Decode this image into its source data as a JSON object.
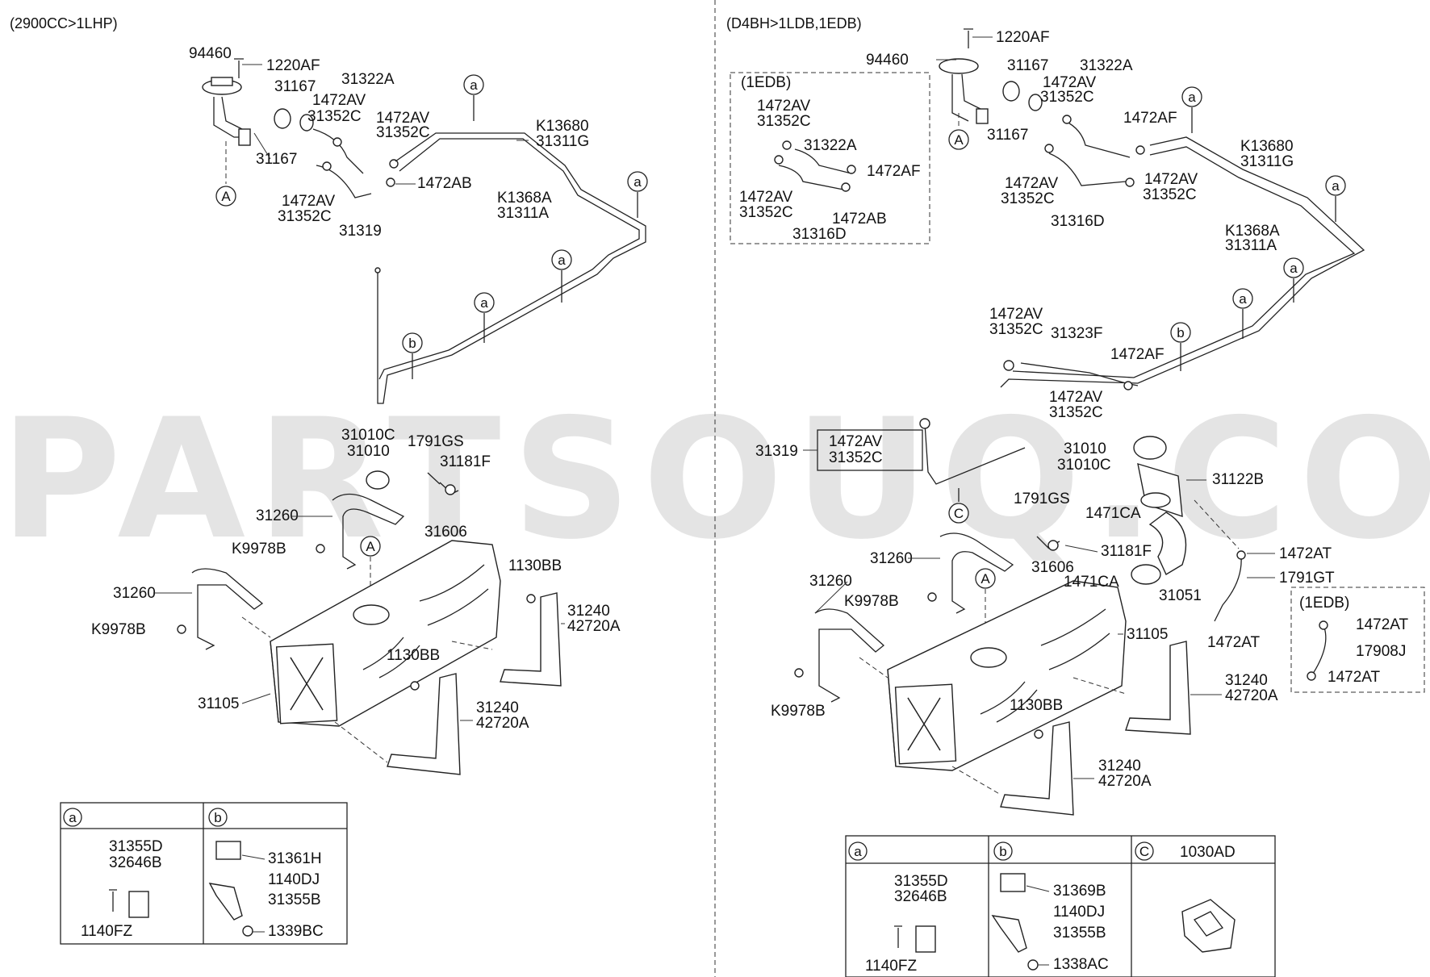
{
  "watermark": "PARTSOUQ.COM",
  "left": {
    "header": "(2900CC>1LHP)",
    "labels": {
      "l94460": "94460",
      "l1220AF": "1220AF",
      "l31167a": "31167",
      "l31167b": "31167",
      "l31322A": "31322A",
      "l1472AV1": "1472AV",
      "l31352C1": "31352C",
      "l1472AV2": "1472AV",
      "l31352C2": "31352C",
      "lK13680": "K13680",
      "l31311G": "31311G",
      "l1472AB": "1472AB",
      "lK1368A": "K1368A",
      "l31311A": "31311A",
      "l1472AV3": "1472AV",
      "l31352C3": "31352C",
      "l31319": "31319",
      "l31010C": "31010C",
      "l31010": "31010",
      "l1791GS": "1791GS",
      "l31181F": "31181F",
      "l31260a": "31260",
      "l31606": "31606",
      "lK9978Ba": "K9978B",
      "l1130BBa": "1130BB",
      "l31260b": "31260",
      "l31240a": "31240",
      "l42720Aa": "42720A",
      "lK9978Bb": "K9978B",
      "l1130BBb": "1130BB",
      "l31105": "31105",
      "l31240b": "31240",
      "l42720Ab": "42720A"
    },
    "markers": {
      "a": "a",
      "b": "b",
      "A": "A"
    },
    "table": {
      "col_a": "a",
      "col_b": "b",
      "a_l1": "31355D",
      "a_l2": "32646B",
      "a_l3": "1140FZ",
      "b_l1": "31361H",
      "b_l2": "1140DJ",
      "b_l3": "31355B",
      "b_l4": "1339BC"
    }
  },
  "right": {
    "header": "(D4BH>1LDB,1EDB)",
    "inset_title": "(1EDB)",
    "inset2_title": "(1EDB)",
    "labels": {
      "r1220AF": "1220AF",
      "r94460": "94460",
      "r31167a": "31167",
      "r31322A": "31322A",
      "r1472AV1": "1472AV",
      "r31352C1": "31352C",
      "r31167b": "31167",
      "r1472AF1": "1472AF",
      "rK13680": "K13680",
      "r31311G": "31311G",
      "r1472AV2": "1472AV",
      "r31352C2": "31352C",
      "r1472AV3": "1472AV",
      "r31352C3": "31352C",
      "r31316D": "31316D",
      "rK1368A": "K1368A",
      "r31311A": "31311A",
      "r1472AV4": "1472AV",
      "r31352C4": "31352C",
      "r31323F": "31323F",
      "r1472AF2": "1472AF",
      "r1472AV5": "1472AV",
      "r31352C5": "31352C",
      "r31319": "31319",
      "r1472AV6": "1472AV",
      "r31352C6": "31352C",
      "r31010": "31010",
      "r31010C": "31010C",
      "r31122B": "31122B",
      "r1471CA1": "1471CA",
      "r1791GS": "1791GS",
      "r31181F": "31181F",
      "r1472AT1": "1472AT",
      "r31260a": "31260",
      "r31606": "31606",
      "r1791GT": "1791GT",
      "r1471CA2": "1471CA",
      "r31051": "31051",
      "r31260b": "31260",
      "rK9978Ba": "K9978B",
      "r31105": "31105",
      "r1472AT2": "1472AT",
      "r31240a": "31240",
      "r42720Aa": "42720A",
      "rK9978Bb": "K9978B",
      "r1130BB": "1130BB",
      "r31240b": "31240",
      "r42720Ab": "42720A"
    },
    "inset_labels": {
      "i1472AV1": "1472AV",
      "i31352C1": "31352C",
      "i31322A": "31322A",
      "i1472AF": "1472AF",
      "i1472AV2": "1472AV",
      "i31352C2": "31352C",
      "i1472AB": "1472AB",
      "i31316D": "31316D"
    },
    "inset2_labels": {
      "j1472AT1": "1472AT",
      "j17908J": "17908J",
      "j1472AT2": "1472AT"
    },
    "markers": {
      "a": "a",
      "b": "b",
      "A": "A",
      "C": "C"
    },
    "table": {
      "col_a": "a",
      "col_b": "b",
      "col_c": "C",
      "c_title": "1030AD",
      "a_l1": "31355D",
      "a_l2": "32646B",
      "a_l3": "1140FZ",
      "b_l1": "31369B",
      "b_l2": "1140DJ",
      "b_l3": "31355B",
      "b_l4": "1338AC"
    }
  }
}
